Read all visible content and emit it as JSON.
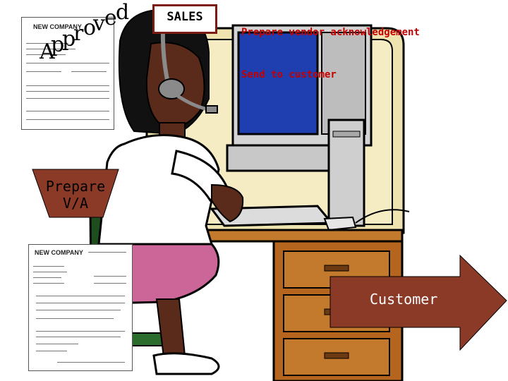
{
  "sales_label": "SALES",
  "steps": {
    "step1": "Prepare vendor acknowledgement",
    "step2": "Send to customer"
  },
  "approved_letters": [
    "A",
    "p",
    "p",
    "r",
    "o",
    "v",
    "e",
    "d"
  ],
  "prepare_va": {
    "line1": "Prepare",
    "line2": "V/A"
  },
  "customer_label": "Customer",
  "colors": {
    "sales_border": "#7b1b12",
    "step_text": "#c40000",
    "funnel": "#8b3a28",
    "arrow": "#8b3a28",
    "desk": "#b5651d",
    "skin": "#5a2a1a",
    "skirt": "#cc6699",
    "chair": "#1e4d1e",
    "monitor_screen": "#1f3fb0",
    "monitor_case": "#d4d4d4",
    "wall_panel": "#efe3b0"
  }
}
